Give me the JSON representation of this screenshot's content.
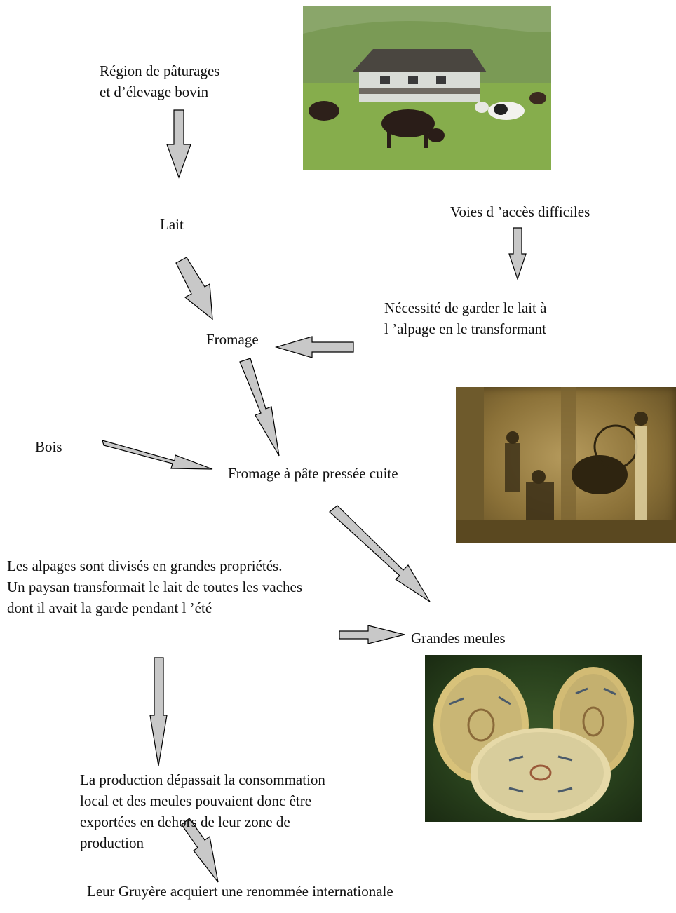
{
  "nodes": {
    "region": {
      "lines": [
        "Région de pâturages",
        "et  d’élevage bovin"
      ]
    },
    "lait": {
      "text": "Lait"
    },
    "voies": {
      "text": "Voies d ’accès difficiles"
    },
    "necessite": {
      "lines": [
        "Nécessité de garder le lait à",
        "l ’alpage en le transformant"
      ]
    },
    "fromage": {
      "text": "Fromage"
    },
    "bois": {
      "text": "Bois"
    },
    "pressee": {
      "text": "Fromage à pâte pressée cuite"
    },
    "alpages": {
      "lines": [
        "Les alpages sont divisés en grandes propriétés.",
        "Un paysan transformait le lait de toutes les vaches",
        "dont il avait la garde pendant l ’été"
      ]
    },
    "meules": {
      "text": "Grandes meules"
    },
    "production": {
      "lines": [
        "La production dépassait la consommation",
        "local et  des meules pouvaient donc être",
        "exportées en dehors de leur zone de",
        "production"
      ]
    },
    "renommee": {
      "text": "Leur Gruyère acquiert une  renommée internationale"
    }
  },
  "colors": {
    "arrow_fill": "#c8c8c8",
    "arrow_stroke": "#000000",
    "text": "#111111"
  },
  "images": {
    "pasture": "photo of cows grazing in a pasture in front of a farmhouse",
    "engraving": "sepia engraving of men making cheese in a cauldron inside a chalet",
    "cheese": "photo of three Gruyère cheese wheels on grass"
  }
}
